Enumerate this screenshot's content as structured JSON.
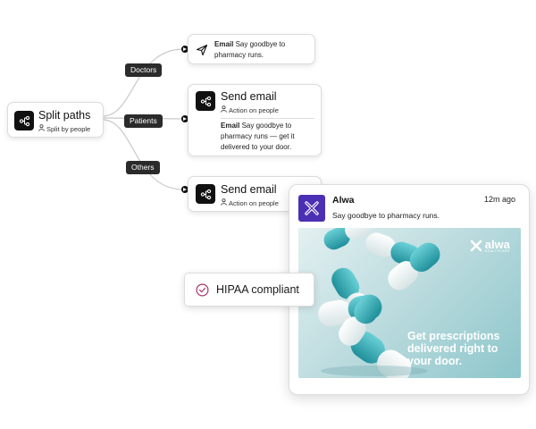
{
  "flow": {
    "split": {
      "title": "Split paths",
      "subtitle": "Split by people",
      "icon": "split-icon"
    },
    "branches": [
      {
        "label": "Doctors"
      },
      {
        "label": "Patients"
      },
      {
        "label": "Others"
      }
    ],
    "email_card_top": {
      "bold": "Email",
      "text": "Say goodbye to pharmacy runs.",
      "icon": "send-icon"
    },
    "send_email_1": {
      "title": "Send email",
      "subtitle": "Action on people",
      "bold": "Email",
      "text": "Say goodbye to pharmacy runs — get it delivered to your door."
    },
    "send_email_2": {
      "title": "Send email",
      "subtitle": "Action on people"
    }
  },
  "badge": {
    "label": "HIPAA compliant",
    "icon": "check-circle-icon"
  },
  "notification": {
    "sender": "Alwa",
    "time": "12m ago",
    "message": "Say goodbye to pharmacy runs.",
    "image": {
      "brand": "alwa",
      "brand_sub": "HEALTHCARE",
      "headline_lines": [
        "Get prescriptions",
        "delivered right to",
        "your door."
      ]
    }
  },
  "colors": {
    "brand": "#4b2fb4",
    "tag_bg": "#2b2b2b",
    "teal": "#46aeb9",
    "check": "#a8356e"
  }
}
